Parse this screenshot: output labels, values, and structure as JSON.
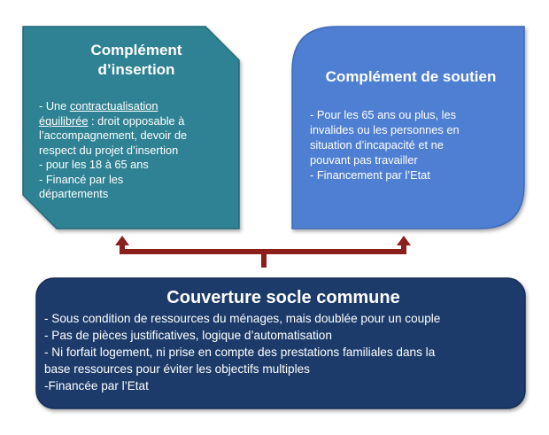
{
  "colors": {
    "insertion_fill": "#2f8293",
    "insertion_edge": "#24687a",
    "soutien_fill": "#4f7fd2",
    "soutien_edge": "#3c6ab8",
    "socle_fill": "#1c3a6a",
    "socle_edge": "#142c54",
    "connector": "#8c1e1e"
  },
  "insertion": {
    "title_line1": "Complément",
    "title_line2": "d’insertion",
    "b1_prefix": "- Une ",
    "b1_underlined_1": "contractualisation",
    "b1_underlined_2": "équilibrée",
    "b1_rest_1": " : droit opposable à",
    "b1_rest_2": "l’accompagnement, devoir de",
    "b1_rest_3": "respect du projet d’insertion",
    "b2": "- pour les 18 à 65 ans",
    "b3_line1": "- Financé par les",
    "b3_line2": "départements"
  },
  "soutien": {
    "title": "Complément de soutien",
    "b1_line1": "- Pour les 65 ans ou plus, les",
    "b1_line2": "invalides ou les personnes en",
    "b1_line3": "situation d’incapacité et ne",
    "b1_line4": "pouvant pas travailler",
    "b2": "- Financement par l’Etat"
  },
  "socle": {
    "title": "Couverture socle commune",
    "b1": "- Sous condition de ressources du ménages, mais doublée pour un couple",
    "b2": "- Pas de pièces justificatives, logique d’automatisation",
    "b3_line1": "- Ni forfait logement, ni prise en compte des prestations familiales dans la",
    "b3_line2": "base ressources pour éviter les objectifs multiples",
    "b4": "-Financée par l’Etat"
  }
}
